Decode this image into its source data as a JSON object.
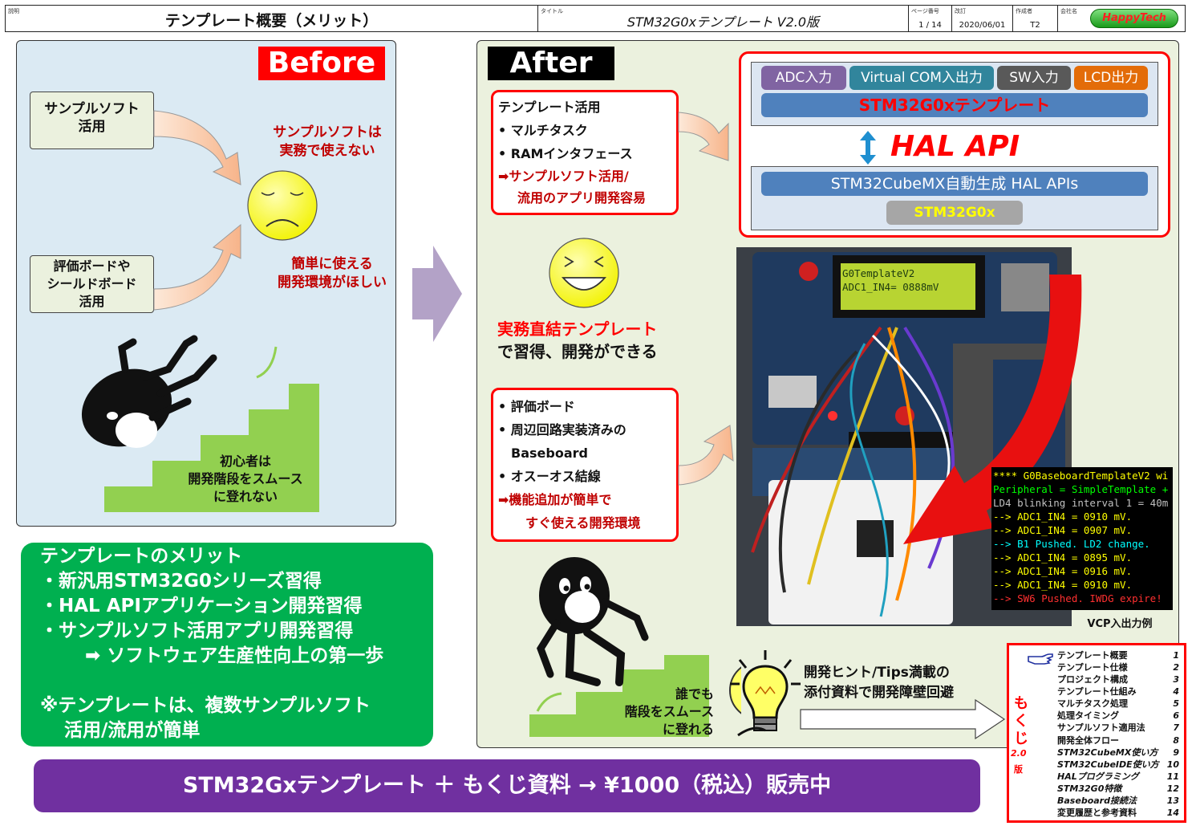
{
  "header": {
    "desc_label": "説明",
    "doc_title": "テンプレート概要（メリット）",
    "title_label": "タイトル",
    "title": "STM32G0xテンプレート V2.0版",
    "page_label": "ページ番号",
    "page": "1 / 14",
    "rev_label": "改訂",
    "rev": "2020/06/01",
    "author_label": "作成者",
    "author": "T2",
    "company_label": "会社名",
    "company_logo": "HappyTech"
  },
  "before": {
    "tag": "Before",
    "sample_box": [
      "サンプルソフト",
      "活用"
    ],
    "board_box": [
      "評価ボードや",
      "シールドボード",
      "活用"
    ],
    "sample_issue": [
      "サンプルソフトは",
      "実務で使えない"
    ],
    "env_wish": [
      "簡単に使える",
      "開発環境がほしい"
    ],
    "beginner": [
      "初心者は",
      "開発階段をスムース",
      "に登れない"
    ]
  },
  "merit": {
    "lines": [
      "テンプレートのメリット",
      "・新汎用STM32G0シリーズ習得",
      "・HAL APIアプリケーション開発習得",
      "・サンプルソフト活用アプリ開発習得",
      "➡ ソフトウェア生産性向上の第一歩",
      "",
      "※テンプレートは、複数サンプルソフト",
      "活用/流用が簡単"
    ]
  },
  "banner": "STM32Gxテンプレート ＋ もくじ資料 → ¥1000（税込）販売中",
  "after": {
    "tag": "After",
    "template_box": {
      "title": "テンプレート活用",
      "items": [
        "マルチタスク",
        "RAMインタフェース"
      ],
      "result": [
        "➡サンプルソフト活用/",
        "流用のアプリ開発容易"
      ]
    },
    "direct": [
      "実務直結テンプレート",
      "で習得、開発ができる"
    ],
    "board_box": {
      "items": [
        "評価ボード",
        "周辺回路実装済みの",
        "Baseboard",
        "オスーオス結線"
      ],
      "result": [
        "➡機能追加が簡単で",
        "すぐ使える開発環境"
      ]
    },
    "everyone": [
      "誰でも",
      "階段をスムース",
      "に登れる"
    ],
    "hint": [
      "開発ヒント/Tips満載の",
      "添付資料で開発障壁回避"
    ],
    "vcp_caption": "VCP入出力例"
  },
  "arch": {
    "modules": [
      {
        "label": "ADC入力",
        "color": "#8064a2"
      },
      {
        "label": "Virtual COM入出力",
        "color": "#31859c"
      },
      {
        "label": "SW入力",
        "color": "#595959"
      },
      {
        "label": "LCD出力",
        "color": "#e36c09"
      }
    ],
    "template": "STM32G0xテンプレート",
    "hal": "HAL API",
    "cubemx": "STM32CubeMX自動生成 HAL APIs",
    "chip": "STM32G0x"
  },
  "lcd": [
    "G0TemplateV2",
    "ADC1_IN4= 0888mV"
  ],
  "terminal": [
    {
      "text": "**** G0BaseboardTemplateV2 wi",
      "color": "#ffff00"
    },
    {
      "text": "Peripheral = SimpleTemplate +",
      "color": "#00ff00"
    },
    {
      "text": "LD4 blinking interval 1 = 40m",
      "color": "#c0c0c0"
    },
    {
      "text": "--> ADC1_IN4 = 0910 mV.",
      "color": "#ffff00"
    },
    {
      "text": "--> ADC1_IN4 = 0907 mV.",
      "color": "#ffff00"
    },
    {
      "text": "--> B1 Pushed. LD2 change.",
      "color": "#00ffff"
    },
    {
      "text": "--> ADC1_IN4 = 0895 mV.",
      "color": "#ffff00"
    },
    {
      "text": "--> ADC1_IN4 = 0916 mV.",
      "color": "#ffff00"
    },
    {
      "text": "--> ADC1_IN4 = 0910 mV.",
      "color": "#ffff00"
    },
    {
      "text": "--> SW6 Pushed. IWDG expire!",
      "color": "#ff3030"
    }
  ],
  "toc": {
    "side_label": [
      "も",
      "く",
      "じ"
    ],
    "version": "2.0",
    "version_suffix": "版",
    "items": [
      {
        "label": "テンプレート概要",
        "num": "1"
      },
      {
        "label": "テンプレート仕様",
        "num": "2"
      },
      {
        "label": "プロジェクト構成",
        "num": "3"
      },
      {
        "label": "テンプレート仕組み",
        "num": "4"
      },
      {
        "label": "マルチタスク処理",
        "num": "5"
      },
      {
        "label": "処理タイミング",
        "num": "6"
      },
      {
        "label": "サンプルソフト適用法",
        "num": "7"
      },
      {
        "label": "開発全体フロー",
        "num": "8"
      },
      {
        "label": "STM32CubeMX使い方",
        "num": "9"
      },
      {
        "label": "STM32CubeIDE使い方",
        "num": "10"
      },
      {
        "label": "HALプログラミング",
        "num": "11"
      },
      {
        "label": "STM32G0特徴",
        "num": "12"
      },
      {
        "label": "Baseboard接続法",
        "num": "13"
      },
      {
        "label": "変更履歴と参考資料",
        "num": "14"
      }
    ]
  }
}
